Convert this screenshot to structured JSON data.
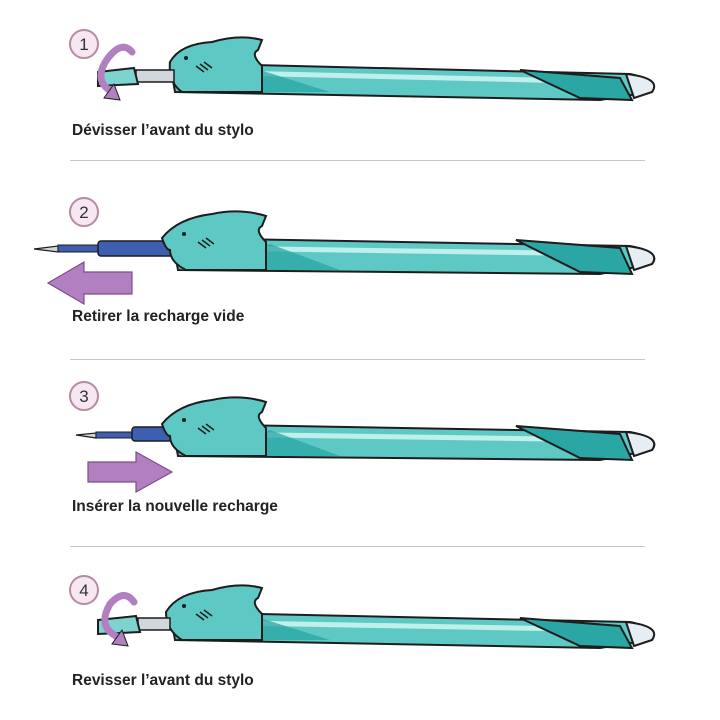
{
  "steps": [
    {
      "number": "1",
      "caption": "Dévisser l’avant du stylo",
      "action": "unscrew"
    },
    {
      "number": "2",
      "caption": "Retirer la recharge vide",
      "action": "remove"
    },
    {
      "number": "3",
      "caption": "Insérer la nouvelle recharge",
      "action": "insert"
    },
    {
      "number": "4",
      "caption": "Revisser l’avant du stylo",
      "action": "screw"
    }
  ],
  "colors": {
    "pen_body": "#5ec9c4",
    "pen_dark": "#2aa6a4",
    "pen_light": "#bff0ec",
    "refill": "#3e5fb0",
    "arrow": "#b27fc0",
    "badge_fill": "#f6e7f0",
    "badge_stroke": "#b78aa6"
  },
  "icons": [
    "rotate-arrow-icon",
    "left-arrow-icon",
    "right-arrow-icon",
    "shark-head-icon"
  ]
}
